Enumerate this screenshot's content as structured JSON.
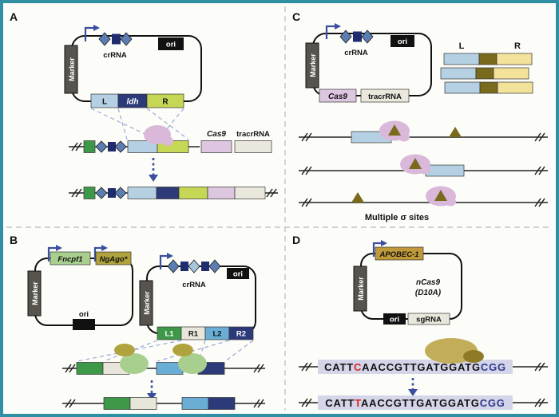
{
  "figure": {
    "background": "#fcfcf8",
    "border_color": "#2f8fa3"
  },
  "panel_a": {
    "label": "A",
    "marker": "Marker",
    "crrna": "crRNA",
    "ori": "ori",
    "left_arm": "L",
    "gene": "ldh",
    "right_arm": "R",
    "cas9": "Cas9",
    "tracrrna": "tracrRNA"
  },
  "panel_b": {
    "label": "B",
    "marker_left": "Marker",
    "fncpf1": "Fncpf1",
    "ngago": "NgAgo*",
    "ori_left": "ori",
    "marker_right": "Marker",
    "crrna": "crRNA",
    "ori_right": "ori",
    "l1": "L1",
    "r1": "R1",
    "l2": "L2",
    "r2": "R2"
  },
  "panel_c": {
    "label": "C",
    "marker": "Marker",
    "crrna": "crRNA",
    "ori": "ori",
    "cas9": "Cas9",
    "tracrrna": "tracrRNA",
    "left_arm": "L",
    "right_arm": "R",
    "caption": "Multiple σ sites"
  },
  "panel_d": {
    "label": "D",
    "marker": "Marker",
    "apobec": "APOBEC-1",
    "ncas9": "nCas9",
    "ncas9_variant": "(D10A)",
    "ori": "ori",
    "sgrna": "sgRNA",
    "seq_before": {
      "pre": "CATT",
      "edit": "C",
      "mid": "AACCGTTGATGGATG",
      "pam": "CGG"
    },
    "seq_after": {
      "pre": "CATT",
      "edit": "T",
      "mid": "AACCGTTGATGGATG",
      "pam": "CGG"
    }
  },
  "colors": {
    "border_teal": "#2f8fa3",
    "promoter_arrow_blue": "#3b4ea0",
    "marker_gray": "#57544e",
    "diamond_blue": "#5b7db1",
    "diamond_light_blue": "#a8c4de",
    "spacer_navy": "#1f2d6e",
    "arm_light_blue": "#b5cfe3",
    "gene_navy": "#2c3a7a",
    "arm_yellow_green": "#c6d655",
    "cas9_blob_pink": "#d9b8d9",
    "cas9_gene_purple": "#ddc6e0",
    "tracrrna_gray": "#eae8dc",
    "fncpf1_green": "#a9cf8e",
    "ngago_olive": "#b0a23c",
    "genome_green": "#3d9948",
    "l2_blue": "#6aaed6",
    "sigma_brown": "#7a6a1e",
    "sigma_yellow": "#f3e29a",
    "apobec_gold": "#c09a3a",
    "deaminase_tan": "#c2ae58",
    "deaminase_dark": "#8f7a26",
    "sequence_bg_lavender": "#d5d5ea",
    "edited_base_red": "#e02020",
    "pam_blue": "#2d3a8c",
    "ori_black": "#111111"
  }
}
